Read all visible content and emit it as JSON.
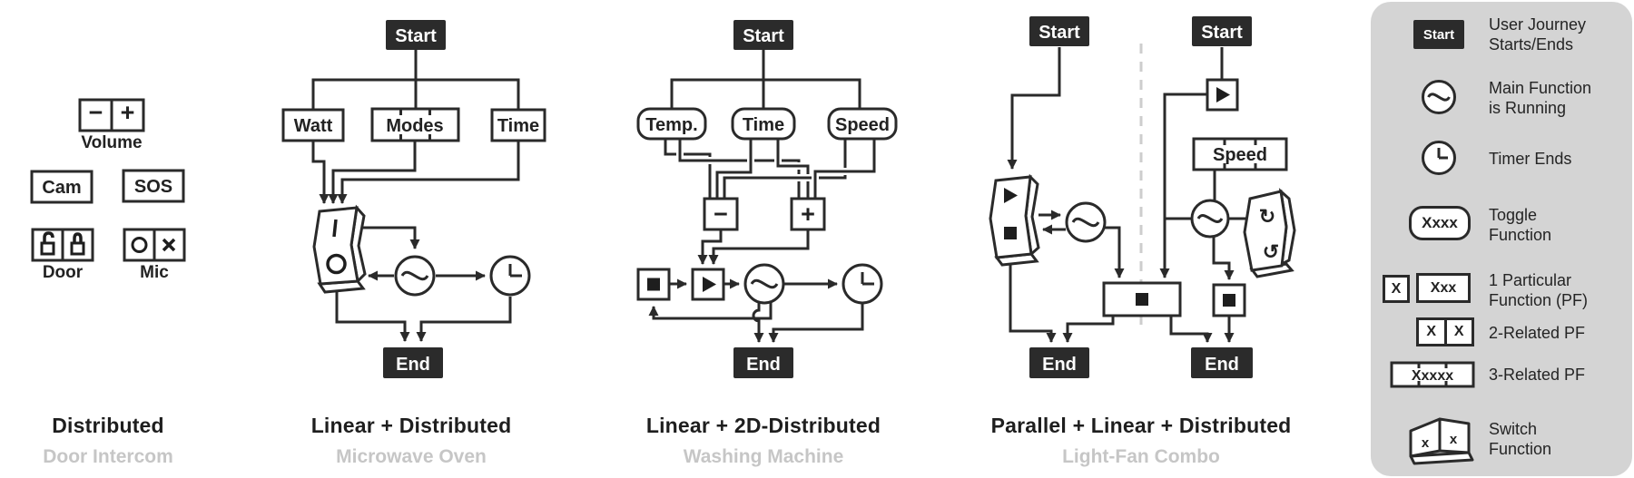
{
  "colors": {
    "ink": "#2a2a2a",
    "panel_bg": "#d4d4d4",
    "subtitle": "#c6c6c6",
    "divider_dash": "#cdcdcd",
    "node_fill": "#ffffff",
    "startend_fill": "#2b2b2b",
    "startend_text": "#ffffff"
  },
  "sections": [
    {
      "pattern": "Distributed",
      "product": "Door Intercom"
    },
    {
      "pattern": "Linear + Distributed",
      "product": "Microwave Oven"
    },
    {
      "pattern": "Linear + 2D-Distributed",
      "product": "Washing Machine"
    },
    {
      "pattern": "Parallel + Linear + Distributed",
      "product": "Light-Fan Combo"
    }
  ],
  "door_intercom": {
    "volume_minus": "−",
    "volume_plus": "+",
    "volume_label": "Volume",
    "cam": "Cam",
    "sos": "SOS",
    "door_label": "Door",
    "mic_label": "Mic"
  },
  "microwave": {
    "start": "Start",
    "watt": "Watt",
    "modes": "Modes",
    "time": "Time",
    "end": "End"
  },
  "washing_machine": {
    "start": "Start",
    "temp": "Temp.",
    "time": "Time",
    "speed": "Speed",
    "minus": "−",
    "plus": "+",
    "end": "End"
  },
  "light_fan": {
    "start_light": "Start",
    "start_fan": "Start",
    "speed": "Speed",
    "rotate_cw": "↻",
    "rotate_ccw": "↺",
    "end_light": "End",
    "end_fan": "End"
  },
  "legend": {
    "start_symbol": "Start",
    "toggle_symbol": "Xxxx",
    "pf1_small": "X",
    "pf1_big": "Xxx",
    "pf2_left": "X",
    "pf2_right": "X",
    "pf3_symbol": "Xxxxx",
    "switch_left": "x",
    "switch_right": "x",
    "items": [
      {
        "label1": "User Journey",
        "label2": "Starts/Ends"
      },
      {
        "label1": "Main Function",
        "label2": "is Running"
      },
      {
        "label1": "Timer Ends",
        "label2": ""
      },
      {
        "label1": "Toggle",
        "label2": "Function"
      },
      {
        "label1": "1 Particular",
        "label2": "Function (PF)"
      },
      {
        "label1": "2-Related PF",
        "label2": ""
      },
      {
        "label1": "3-Related PF",
        "label2": ""
      },
      {
        "label1": "Switch",
        "label2": "Function"
      }
    ]
  }
}
